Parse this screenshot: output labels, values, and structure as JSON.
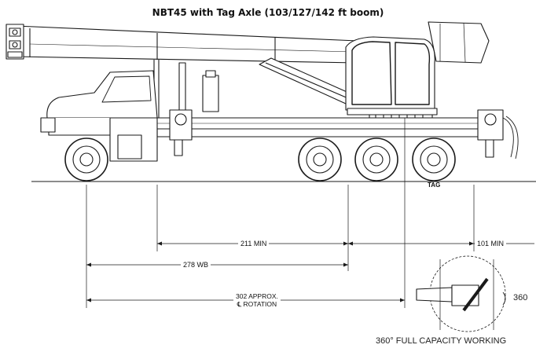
{
  "title": "NBT45 with Tag Axle (103/127/142 ft boom)",
  "labels": {
    "tag": "TAG",
    "min211": "211 MIN",
    "min101": "101 MIN",
    "wb278": "278 WB",
    "approx302_line1": "302 APPROX.",
    "approx302_line2": "℄ ROTATION",
    "deg360": "360",
    "full_capacity": "360° FULL CAPACITY WORKING"
  }
}
